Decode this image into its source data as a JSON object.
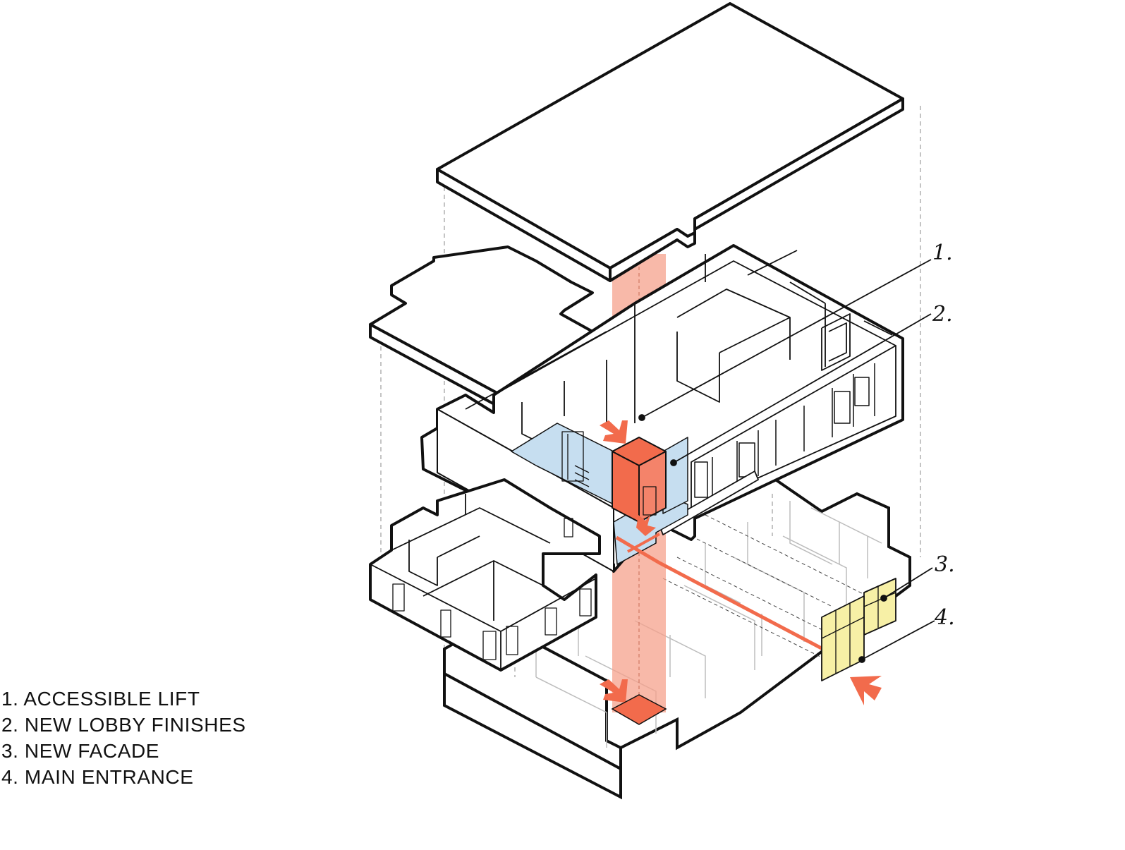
{
  "legend": {
    "items": [
      {
        "text": "1. ACCESSIBLE LIFT"
      },
      {
        "text": "2. NEW LOBBY FINISHES"
      },
      {
        "text": "3. NEW FACADE"
      },
      {
        "text": "4. MAIN ENTRANCE"
      }
    ]
  },
  "callouts": [
    {
      "label": "1.",
      "refers_to": "accessible-lift"
    },
    {
      "label": "2.",
      "refers_to": "lobby-finishes"
    },
    {
      "label": "3.",
      "refers_to": "facade"
    },
    {
      "label": "4.",
      "refers_to": "main-entrance"
    }
  ],
  "colors": {
    "lift": "#f26b4c",
    "lift_shaft": "#f6a28c",
    "lobby": "#c6def0",
    "facade": "#f7f0a6",
    "line": "#111111"
  }
}
